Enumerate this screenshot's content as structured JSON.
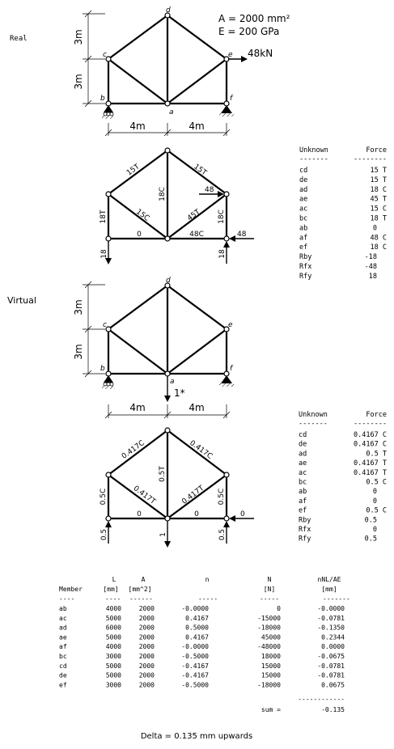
{
  "labels": {
    "real": "Real",
    "virtual": "Virtual",
    "area": "A = 2000 mm²",
    "modulus": "E = 200 GPa",
    "load": "48kN",
    "unit_load": "1*",
    "dim_3m": "3m",
    "dim_4m": "4m",
    "joints": {
      "a": "a",
      "b": "b",
      "c": "c",
      "d": "d",
      "e": "e",
      "f": "f"
    }
  },
  "real_forces": {
    "members": {
      "cd": "15T",
      "de": "15T",
      "ad": "18C",
      "bc": "18T",
      "ac": "15C",
      "ae": "45T",
      "ef": "18C",
      "ab": "0",
      "af": "48C"
    },
    "ext_e": "48",
    "ext_f": "48",
    "react_b": "18",
    "react_f": "18"
  },
  "virtual_forces": {
    "members": {
      "cd": "0.417C",
      "de": "0.417C",
      "ad": "0.5T",
      "ac": "0.417T",
      "ae": "0.417T",
      "bc": "0.5C",
      "ef": "0.5C",
      "ab": "0",
      "af": "0"
    },
    "react_b": "0.5",
    "react_f": "0.5",
    "react_fx": "0",
    "load_a": "1"
  },
  "real_table": {
    "header": [
      "Unknown",
      "Force"
    ],
    "dashes": [
      "-------",
      "--------"
    ],
    "rows": [
      [
        "cd",
        "15 T"
      ],
      [
        "de",
        "15 T"
      ],
      [
        "ad",
        "18 C"
      ],
      [
        "ae",
        "45 T"
      ],
      [
        "ac",
        "15 C"
      ],
      [
        "bc",
        "18 T"
      ],
      [
        "ab",
        "0"
      ],
      [
        "af",
        "48 C"
      ],
      [
        "ef",
        "18 C"
      ],
      [
        "Rby",
        "-18"
      ],
      [
        "Rfx",
        "-48"
      ],
      [
        "Rfy",
        "18"
      ]
    ]
  },
  "virtual_table": {
    "header": [
      "Unknown",
      "Force"
    ],
    "dashes": [
      "-------",
      "--------"
    ],
    "rows": [
      [
        "cd",
        "0.4167 C"
      ],
      [
        "de",
        "0.4167 C"
      ],
      [
        "ad",
        "0.5 T"
      ],
      [
        "ae",
        "0.4167 T"
      ],
      [
        "ac",
        "0.4167 T"
      ],
      [
        "bc",
        "0.5 C"
      ],
      [
        "ab",
        "0"
      ],
      [
        "af",
        "0"
      ],
      [
        "ef",
        "0.5 C"
      ],
      [
        "Rby",
        "0.5"
      ],
      [
        "Rfx",
        "0"
      ],
      [
        "Rfy",
        "0.5"
      ]
    ]
  },
  "summary_table": {
    "header1": [
      "",
      "L",
      "A",
      "n",
      "N",
      "nNL/AE"
    ],
    "header2": [
      "Member",
      "[mm]",
      "[mm^2]",
      "",
      "[N]",
      "[mm]"
    ],
    "dashes": [
      "----",
      "----",
      "------",
      "-----",
      "-----",
      "-------"
    ],
    "rows": [
      [
        "ab",
        "4000",
        "2000",
        "-0.0000",
        "0",
        "-0.0000"
      ],
      [
        "ac",
        "5000",
        "2000",
        "0.4167",
        "-15000",
        "-0.0781"
      ],
      [
        "ad",
        "6000",
        "2000",
        "0.5000",
        "-18000",
        "-0.1350"
      ],
      [
        "ae",
        "5000",
        "2000",
        "0.4167",
        "45000",
        "0.2344"
      ],
      [
        "af",
        "4000",
        "2000",
        "-0.0000",
        "-48000",
        "0.0000"
      ],
      [
        "bc",
        "3000",
        "2000",
        "-0.5000",
        "18000",
        "-0.0675"
      ],
      [
        "cd",
        "5000",
        "2000",
        "-0.4167",
        "15000",
        "-0.0781"
      ],
      [
        "de",
        "5000",
        "2000",
        "-0.4167",
        "15000",
        "-0.0781"
      ],
      [
        "ef",
        "3000",
        "2000",
        "-0.5000",
        "-18000",
        "0.0675"
      ]
    ],
    "sum_rule": "------------",
    "sum_label": "sum =",
    "sum_value": "-0.135"
  },
  "result": "Delta = 0.135 mm upwards"
}
